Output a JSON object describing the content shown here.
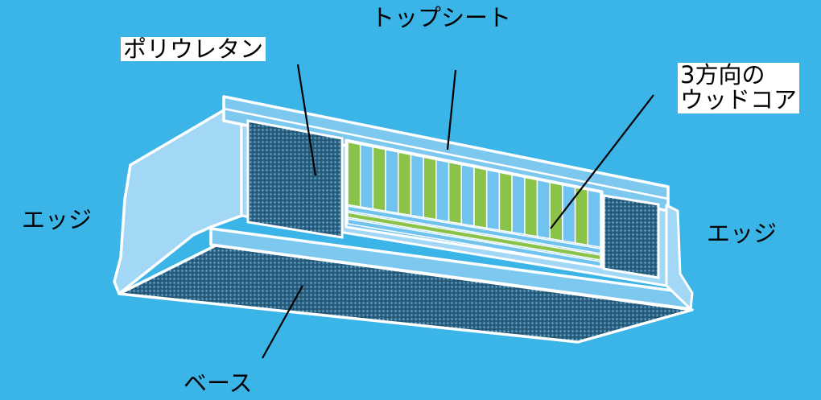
{
  "labels": {
    "top_sheet": "トップシート",
    "polyurethane": "ポリウレタン",
    "wood_core_line1": "3方向の",
    "wood_core_line2": "ウッドコア",
    "edge_left": "エッジ",
    "edge_right": "エッジ",
    "base": "ベース"
  },
  "colors": {
    "background": "#3bb5e8",
    "outline": "#ffffff",
    "side_panel": "#a3d7f6",
    "top_rail": "#7cc8ef",
    "mesh": "#2a5f80",
    "wood_green": "#8bc34a",
    "wood_blue": "#6fc3ee",
    "pointer_line": "#000000"
  }
}
